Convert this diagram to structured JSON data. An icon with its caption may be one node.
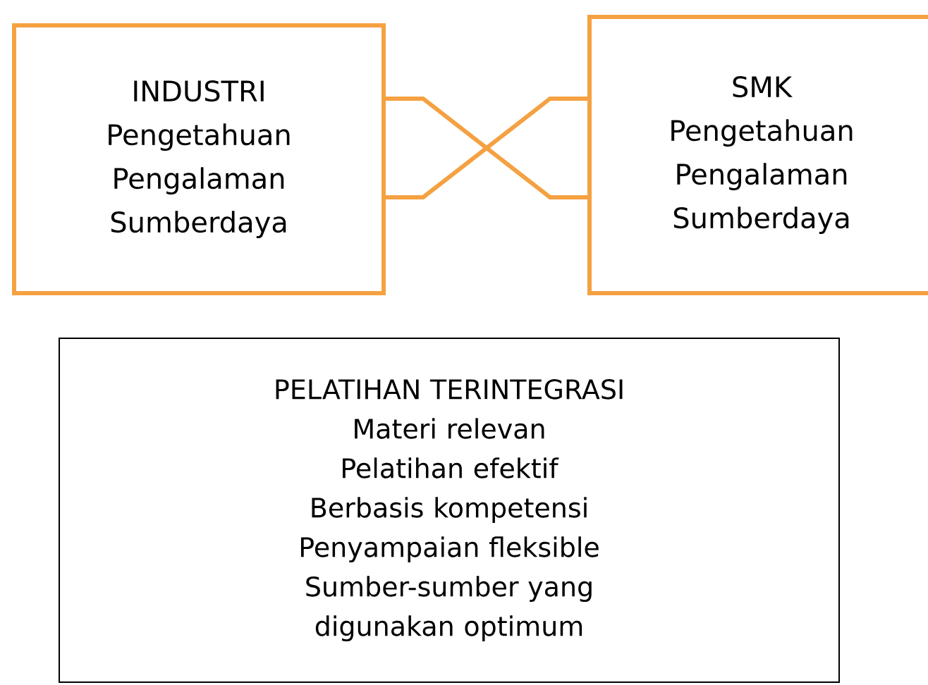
{
  "diagram": {
    "nodes": [
      {
        "text": [
          "INDUSTRI",
          "Pengetahuan",
          "Pengalaman",
          "Sumberdaya"
        ]
      },
      {
        "text": [
          "SMK",
          "Pengetahuan",
          "Pengalaman",
          "Sumberdaya"
        ]
      },
      {
        "text": [
          "PELATIHAN TERINTEGRASI",
          "Materi relevan",
          "Pelatihan efektif",
          "Berbasis kompetensi",
          "Penyampaian fleksible",
          "Sumber-sumber yang digunakan optimum"
        ]
      }
    ],
    "edges": [
      {
        "from": 0,
        "to": 1,
        "arrow": "none",
        "color": "#f5a142"
      }
    ]
  }
}
